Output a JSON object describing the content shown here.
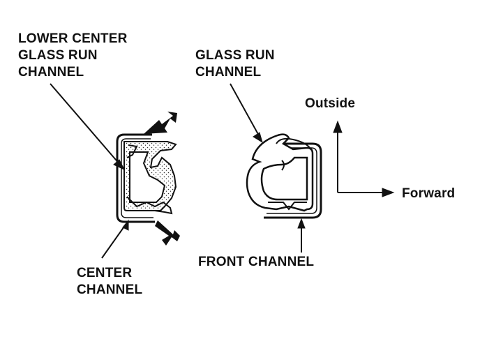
{
  "labels": {
    "lower_center_glass_run_channel": [
      "LOWER CENTER",
      "GLASS RUN",
      "CHANNEL"
    ],
    "glass_run_channel": [
      "GLASS RUN",
      "CHANNEL"
    ],
    "outside": "Outside",
    "forward": "Forward",
    "center_channel": [
      "CENTER",
      "CHANNEL"
    ],
    "front_channel": "FRONT CHANNEL"
  },
  "colors": {
    "ink": "#111111",
    "background": "#ffffff"
  }
}
